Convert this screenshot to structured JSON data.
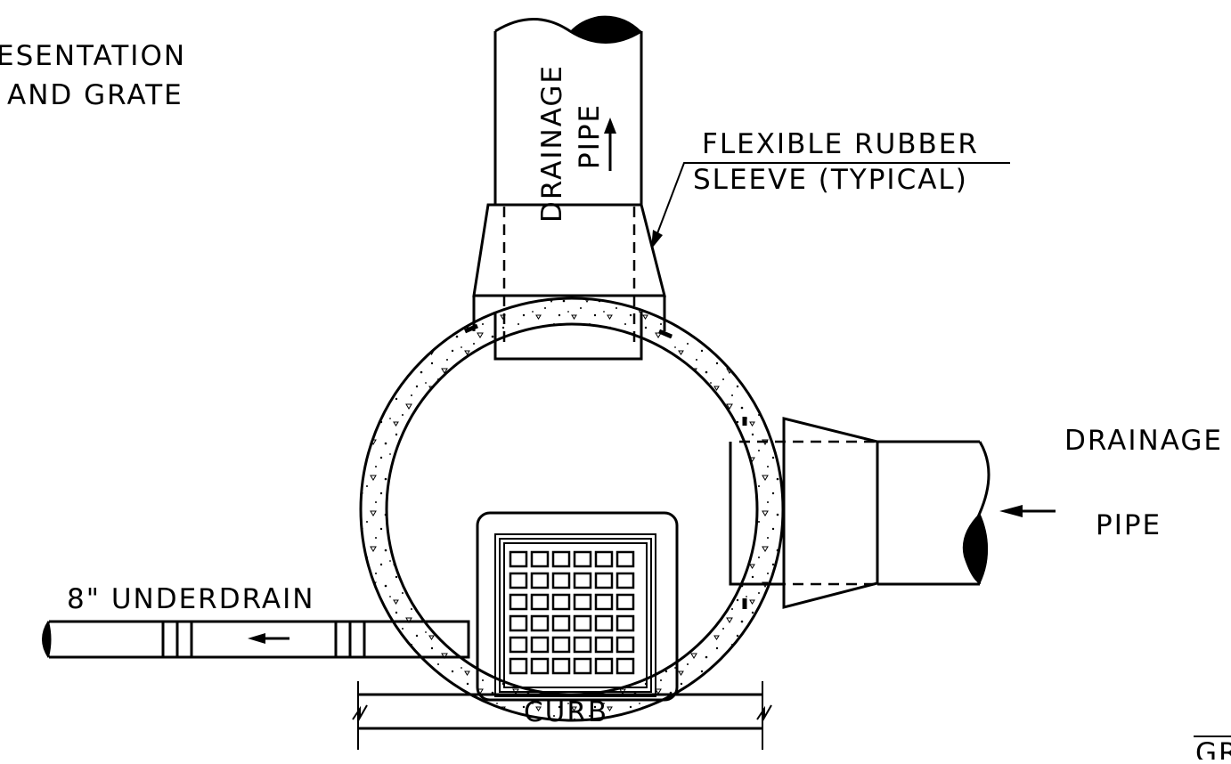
{
  "title_lines": [
    "ESENTATION",
    "AND GRATE"
  ],
  "labels": {
    "top_pipe_line1": "DRAINAGE",
    "top_pipe_line2": "PIPE",
    "sleeve_line1": "FLEXIBLE RUBBER",
    "sleeve_line2": "SLEEVE (TYPICAL)",
    "right_pipe_line1": "DRAINAGE",
    "right_pipe_line2": "PIPE",
    "underdrain": "8\" UNDERDRAIN",
    "curb": "CURB",
    "corner_fragment": "GRA"
  },
  "colors": {
    "ink": "#000000",
    "background": "#ffffff"
  }
}
